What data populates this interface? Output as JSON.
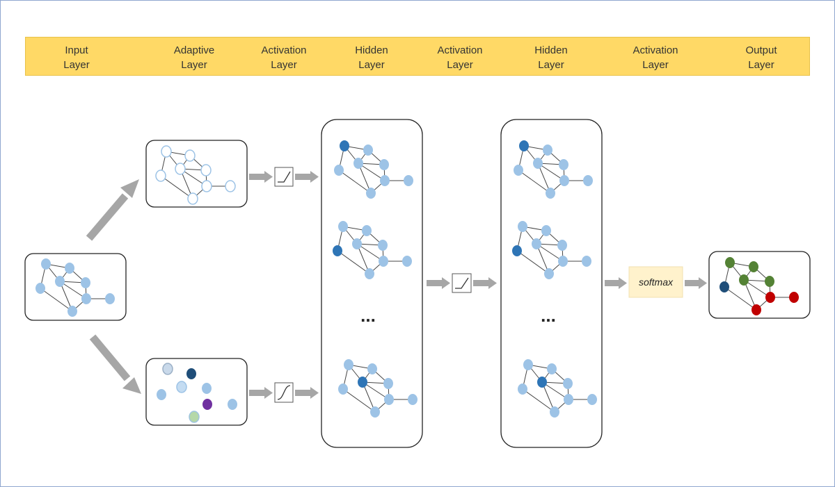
{
  "header": {
    "layers": [
      {
        "line1": "Input",
        "line2": "Layer"
      },
      {
        "line1": "Adaptive",
        "line2": "Layer"
      },
      {
        "line1": "Activation",
        "line2": "Layer"
      },
      {
        "line1": "Hidden",
        "line2": "Layer"
      },
      {
        "line1": "Activation",
        "line2": "Layer"
      },
      {
        "line1": "Hidden",
        "line2": "Layer"
      },
      {
        "line1": "Activation",
        "line2": "Layer"
      },
      {
        "line1": "Output",
        "line2": "Layer"
      }
    ]
  },
  "softmax": "softmax",
  "ellipsis": "...",
  "colors": {
    "banner": "#ffd966",
    "node_light": "#9dc3e6",
    "node_dark": "#2e75b6",
    "node_navy": "#1f4e79",
    "node_green": "#548235",
    "node_red": "#c00000",
    "node_purple": "#7030a0",
    "arrow": "#a6a6a6",
    "softmax_box": "#fff2cc"
  }
}
